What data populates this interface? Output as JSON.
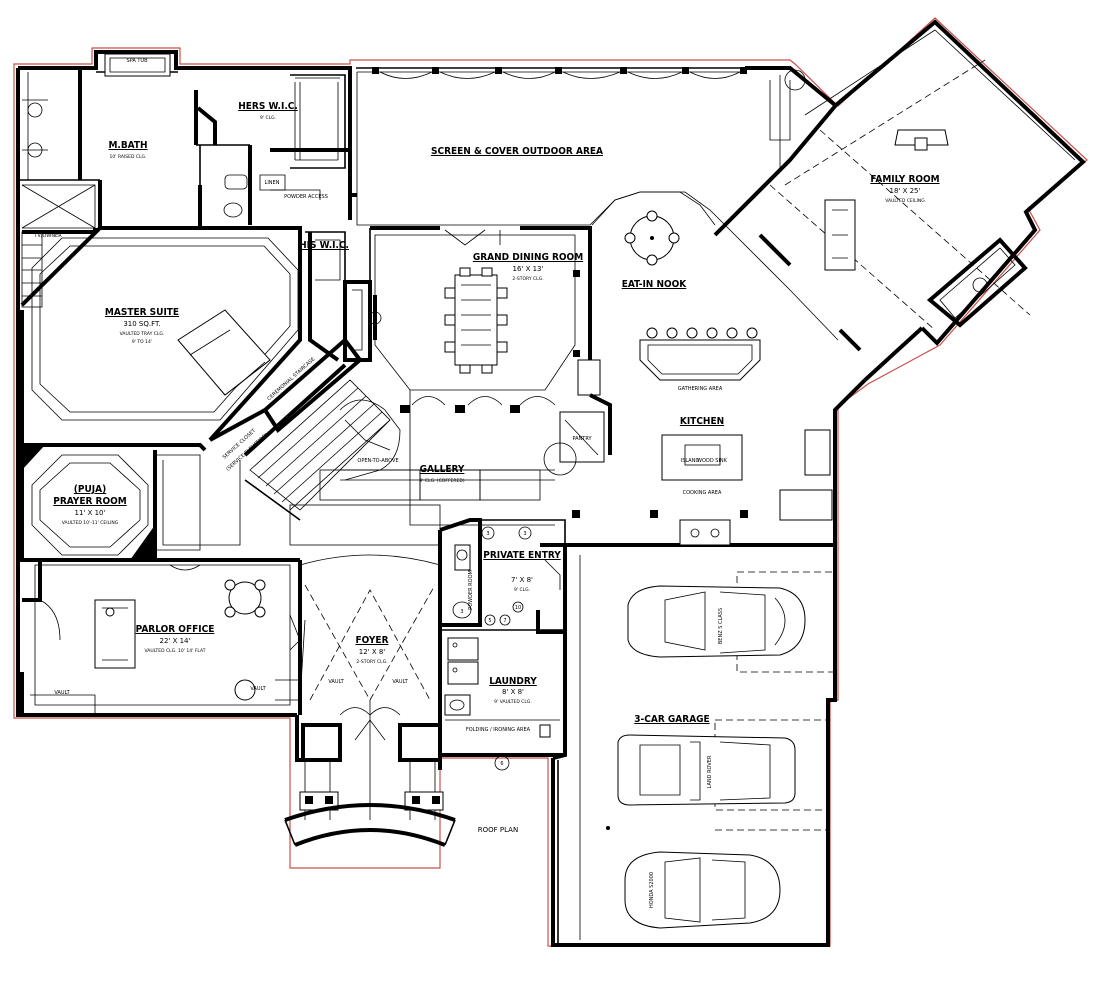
{
  "rooms": {
    "hers_wic": {
      "name": "HERS W.I.C.",
      "dim": "9' CLG."
    },
    "m_bath": {
      "name": "M.BATH",
      "dim": "10' RAISED CLG."
    },
    "screen_outdoor": {
      "name": "SCREEN & COVER OUTDOOR AREA"
    },
    "family_room": {
      "name": "FAMILY ROOM",
      "dim": "18' X 25'",
      "ceil": "VAULTED CEILING"
    },
    "grand_dining": {
      "name": "GRAND DINING ROOM",
      "dim": "16' X 13'",
      "ceil": "2-STORY CLG."
    },
    "eat_in_nook": {
      "name": "EAT-IN NOOK"
    },
    "his_wic": {
      "name": "HIS W.I.C."
    },
    "master_suite": {
      "name": "MASTER SUITE",
      "dim": "310 SQ.FT.",
      "ceil": "VAULTED TRAY CLG.",
      "ceil2": "9' TO 14'"
    },
    "kitchen": {
      "name": "KITCHEN"
    },
    "gallery": {
      "name": "GALLERY",
      "dim": "9' CLG. (COFFERED)"
    },
    "puja": {
      "name": "(PUJA)",
      "name2": "PRAYER ROOM",
      "dim": "11' X 10'",
      "ceil": "VAULTED 10'-11' CEILING"
    },
    "private_entry": {
      "name": "PRIVATE ENTRY",
      "dim": "7' X 8'",
      "ceil": "9' CLG."
    },
    "parlor_office": {
      "name": "PARLOR OFFICE",
      "dim": "22' X 14'",
      "ceil": "VAULTED CLG. 10' 14' FLAT"
    },
    "foyer": {
      "name": "FOYER",
      "dim": "12' X 8'",
      "ceil": "2-STORY CLG."
    },
    "laundry": {
      "name": "LAUNDRY",
      "dim": "8' X 8'",
      "ceil": "9' VAULTED CLG."
    },
    "garage": {
      "name": "3-CAR GARAGE"
    }
  },
  "labels": {
    "spa_tub": "SPA TUB",
    "linen": "LINEN",
    "powder_access": "POWDER ACCESS",
    "tv_owner": "TV/OWNER",
    "ceremonial_staircase": "CEREMONIAL STAIRCASE",
    "service_closet": "SERVICE CLOSET",
    "service_elevation": "(SERVICE ELEVATION)",
    "open_to_above": "OPEN-TO-ABOVE",
    "pantry": "PANTRY",
    "gathering_area": "GATHERING AREA",
    "island": "ISLAND",
    "wood_sink": "WOOD SINK",
    "cooking_area": "COOKING AREA",
    "powder_room": "POWDER ROOM",
    "roof_plan": "ROOF PLAN",
    "vault_1": "VAULT",
    "vault_2": "VAULT",
    "vault_3": "VAULT",
    "vault_4": "VAULT",
    "folding_area": "FOLDING / IRONING AREA",
    "car1_label": "BENZ S CLASS",
    "car2_label": "LAND ROVER",
    "car3_label": "HONDA S2000"
  },
  "tags": [
    "3",
    "3",
    "3",
    "5",
    "7",
    "10",
    "6"
  ],
  "colors": {
    "wall": "#000000",
    "outline": "#c8504a",
    "background": "#ffffff"
  }
}
